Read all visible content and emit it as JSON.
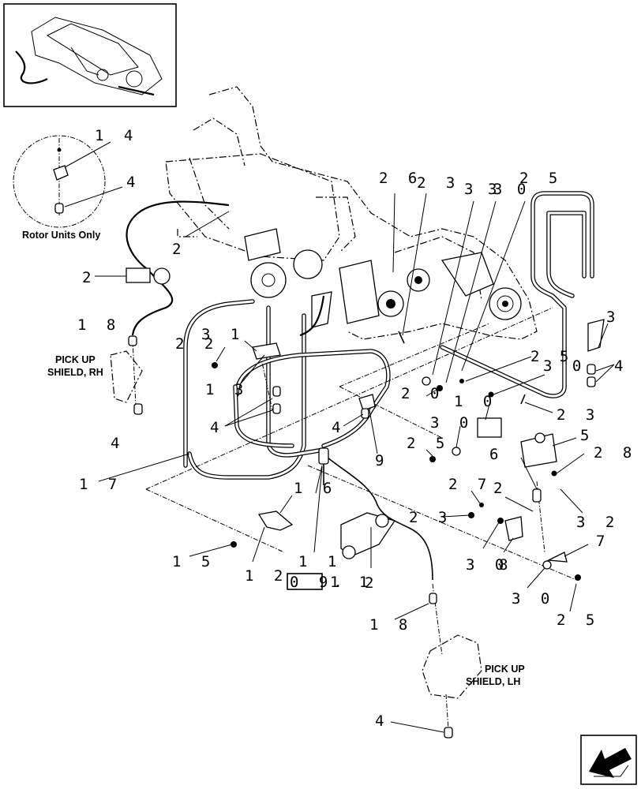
{
  "callouts": {
    "c14": "1 4",
    "c4a": "4",
    "c26": "2 6",
    "c23a": "2 3",
    "c33": "3 3",
    "c30a": "3 0",
    "c25a": "2 5",
    "c2a": "2",
    "c2b": "2",
    "c3": "3",
    "c18a": "1 8",
    "c22": "2 2",
    "c31": "3 1",
    "c25b": "2 5",
    "c30b": "3 0",
    "c13": "1 3",
    "c20": "2 0",
    "c10": "1 0",
    "c23b": "2 3",
    "c4b": "4",
    "c4c": "4",
    "c4d": "4",
    "c4e": "4",
    "c9": "9",
    "c30c": "3 0",
    "c25c": "2 5",
    "c5": "5",
    "c28": "2 8",
    "c6": "6",
    "c17": "1 7",
    "c16": "1 6",
    "c27": "2 7",
    "c2c": "2",
    "c23c": "2 3",
    "c32": "3 2",
    "c7": "7",
    "c15": "1 5",
    "c12": "1 2",
    "c11": "1 1",
    "c2d": "2",
    "c30d": "3 0",
    "c8": "8",
    "c30e": "3 0",
    "c25d": "2 5",
    "c18b": "1 8",
    "c4f": "4"
  },
  "notes": {
    "rotor": "Rotor Units Only",
    "pickup_rh_1": "PICK UP",
    "pickup_rh_2": "SHIELD, RH",
    "pickup_lh_1": "PICK UP",
    "pickup_lh_2": "SHIELD, LH"
  },
  "reference_box": {
    "left": "0 9.",
    "right": "1 1"
  }
}
